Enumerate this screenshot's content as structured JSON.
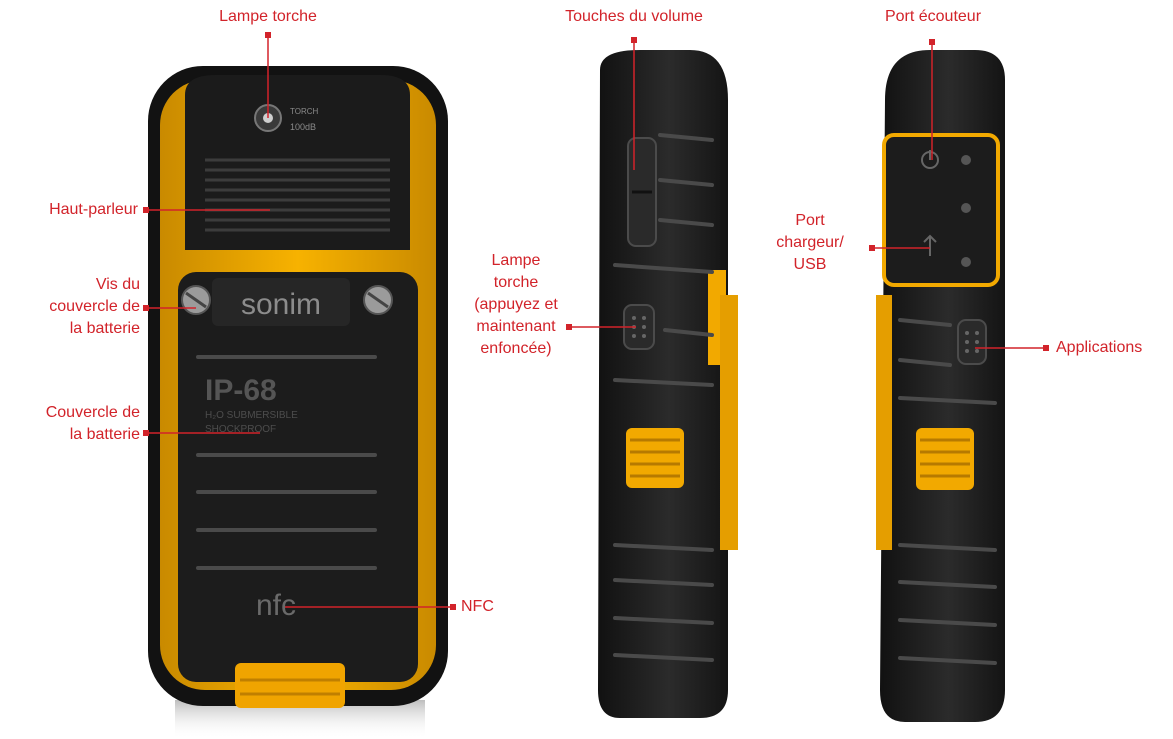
{
  "callouts": {
    "back_torch": "Lampe torche",
    "speaker": "Haut-parleur",
    "cover_screws": [
      "Vis du",
      "couvercle de",
      "la batterie"
    ],
    "battery_cover": [
      "Couvercle de",
      "la batterie"
    ],
    "nfc": "NFC",
    "volume_keys": "Touches du volume",
    "side_torch": [
      "Lampe",
      "torche",
      "(appuyez et",
      "maintenant",
      "enfoncée)"
    ],
    "earphone_port": "Port écouteur",
    "charger_port": [
      "Port",
      "chargeur/",
      "USB"
    ],
    "applications": "Applications"
  },
  "device_print": {
    "brand": "sonim",
    "rating": "IP-68",
    "rating_sub1": "H₂O SUBMERSIBLE",
    "rating_sub2": "SHOCKPROOF",
    "nfc_logo": "nfc",
    "torch_label1": "TORCH",
    "torch_label2": "100dB"
  },
  "colors": {
    "callout": "#d2232a",
    "rubber": "#1a1a1a",
    "accent": "#f2a900"
  }
}
